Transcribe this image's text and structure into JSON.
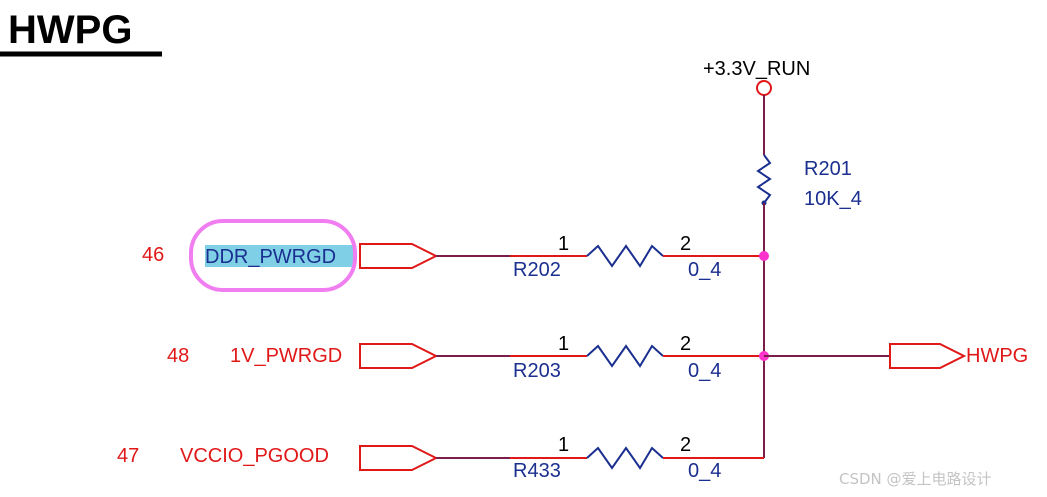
{
  "title": "HWPG",
  "power_net": "+3.3V_RUN",
  "pullup": {
    "ref": "R201",
    "value": "10K_4"
  },
  "inputs": [
    {
      "pin": "46",
      "net": "DDR_PWRGD",
      "ref": "R202",
      "value": "0_4",
      "pin1": "1",
      "pin2": "2",
      "highlighted": true
    },
    {
      "pin": "48",
      "net": "1V_PWRGD",
      "ref": "R203",
      "value": "0_4",
      "pin1": "1",
      "pin2": "2",
      "highlighted": false
    },
    {
      "pin": "47",
      "net": "VCCIO_PGOOD",
      "ref": "R433",
      "value": "0_4",
      "pin1": "1",
      "pin2": "2",
      "highlighted": false
    }
  ],
  "output": {
    "net": "HWPG"
  },
  "watermark": "CSDN @爱上电路设计",
  "colors": {
    "wire": "#7b1f4a",
    "resistor": "#1a2f8f",
    "port": "#e01818",
    "junction": "#ff33cc",
    "highlight_fill": "#7fd0e6",
    "circle_annotation": "#f07ef0"
  }
}
